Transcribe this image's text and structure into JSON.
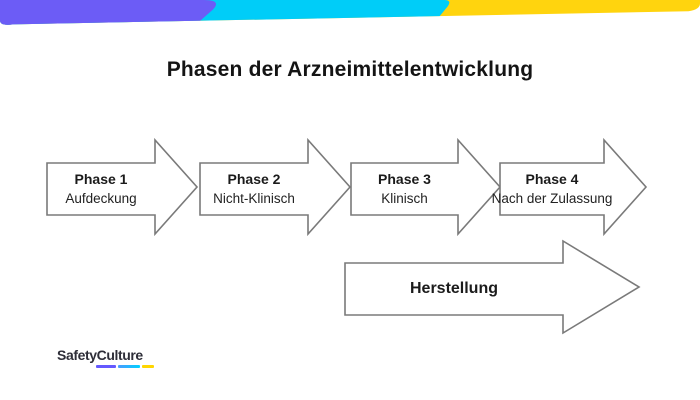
{
  "slide": {
    "title": "Phasen der Arzneimittelentwicklung"
  },
  "timeline": {
    "phases": [
      {
        "name": "Phase 1",
        "stage": "Aufdeckung"
      },
      {
        "name": "Phase 2",
        "stage": "Nicht-Klinisch"
      },
      {
        "name": "Phase 3",
        "stage": "Klinisch"
      },
      {
        "name": "Phase 4",
        "stage": "Nach der Zulassung"
      }
    ]
  },
  "manufacturing_arrow": {
    "label": "Herstellung"
  },
  "branding": {
    "logo_text": "SafetyCulture"
  },
  "colors": {
    "accent_purple": "#6C5CF6",
    "accent_cyan": "#00CDF8",
    "accent_yellow": "#FFD40E",
    "arrow_outline": "#7a7a7a",
    "text_dark": "#1b1b1b"
  }
}
